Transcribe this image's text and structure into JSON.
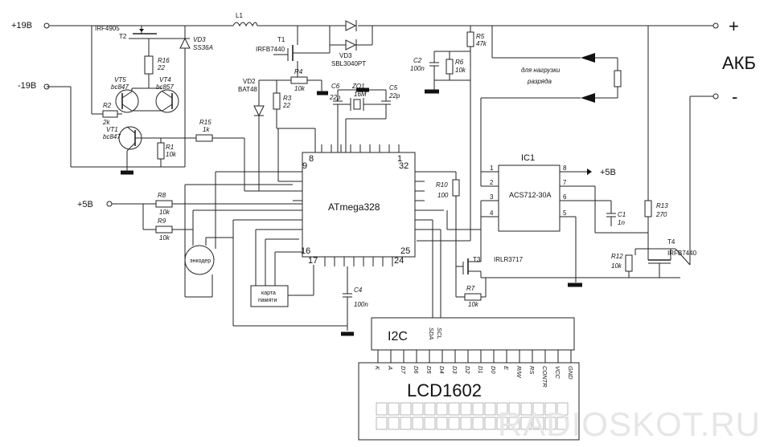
{
  "supply": {
    "plus19": "+19В",
    "minus19": "-19В",
    "plus5": "+5В",
    "ic_plus5": "+5В"
  },
  "battery": {
    "label": "АКБ",
    "plus": "+",
    "minus": "-"
  },
  "load_label": [
    "для нагрузки",
    "разряда"
  ],
  "mcu": {
    "name": "ATmega328",
    "pins": [
      "8",
      "9",
      "1",
      "32",
      "16",
      "17",
      "24",
      "25"
    ]
  },
  "current_sensor": {
    "ref": "IC1",
    "part": "ACS712-30A",
    "pins": [
      "1",
      "2",
      "3",
      "4",
      "8",
      "7",
      "6",
      "5"
    ]
  },
  "lcd": {
    "i2c": "I2C",
    "sda": "SDA",
    "scl": "SCL",
    "model": "LCD1602",
    "pins": [
      "K",
      "A",
      "D7",
      "D6",
      "D5",
      "D4",
      "D3",
      "D2",
      "D1",
      "D0",
      "E",
      "R/W",
      "RS",
      "CONTR",
      "VCC",
      "GND"
    ]
  },
  "memory_card": [
    "карта",
    "памяти"
  ],
  "encoder": "энкодер",
  "components": {
    "L1": "L1",
    "T2_part": "IRF4905",
    "T2": "T2",
    "VD3a": "VD3",
    "VD3a_part": "SS36A",
    "T1": "T1",
    "T1_part": "IRFB7440",
    "VD3b": "VD3",
    "VD3b_part": "SBL3040PT",
    "R5": "R5",
    "R5_val": "47k",
    "C2": "C2",
    "C2_val": "100n",
    "R6": "R6",
    "R6_val": "10k",
    "R16": "R16",
    "R16_val": "22",
    "VT5": "VT5",
    "VT5_part": "bc847",
    "VT4": "VT4",
    "VT4_part": "bc857",
    "R2": "R2",
    "R2_val": "2k",
    "VT1": "VT1",
    "VT1_part": "bc847",
    "R1": "R1",
    "R1_val": "10k",
    "R15": "R15",
    "R15_val": "1k",
    "VD2": "VD2",
    "VD2_part": "BAT48",
    "R4": "R4",
    "R4_val": "10k",
    "R3": "R3",
    "R3_val": "22",
    "C6": "C6",
    "C6_val": "22p",
    "ZQ1": "ZQ1",
    "ZQ1_val": "16M",
    "C5": "C5",
    "C5_val": "22p",
    "R8": "R8",
    "R8_val": "10k",
    "R9": "R9",
    "R9_val": "10k",
    "R10": "R10",
    "R10_val": "100",
    "C4": "C4",
    "C4_val": "100n",
    "T3": "T3",
    "T3_part": "IRLR3717",
    "R7": "R7",
    "R7_val": "10k",
    "C1": "C1",
    "C1_val": "1n",
    "R13": "R13",
    "R13_val": "270",
    "T4": "T4",
    "T4_part": "IRFB7440",
    "R12": "R12",
    "R12_val": "10k"
  },
  "watermark": "RADIOSKOT.RU"
}
